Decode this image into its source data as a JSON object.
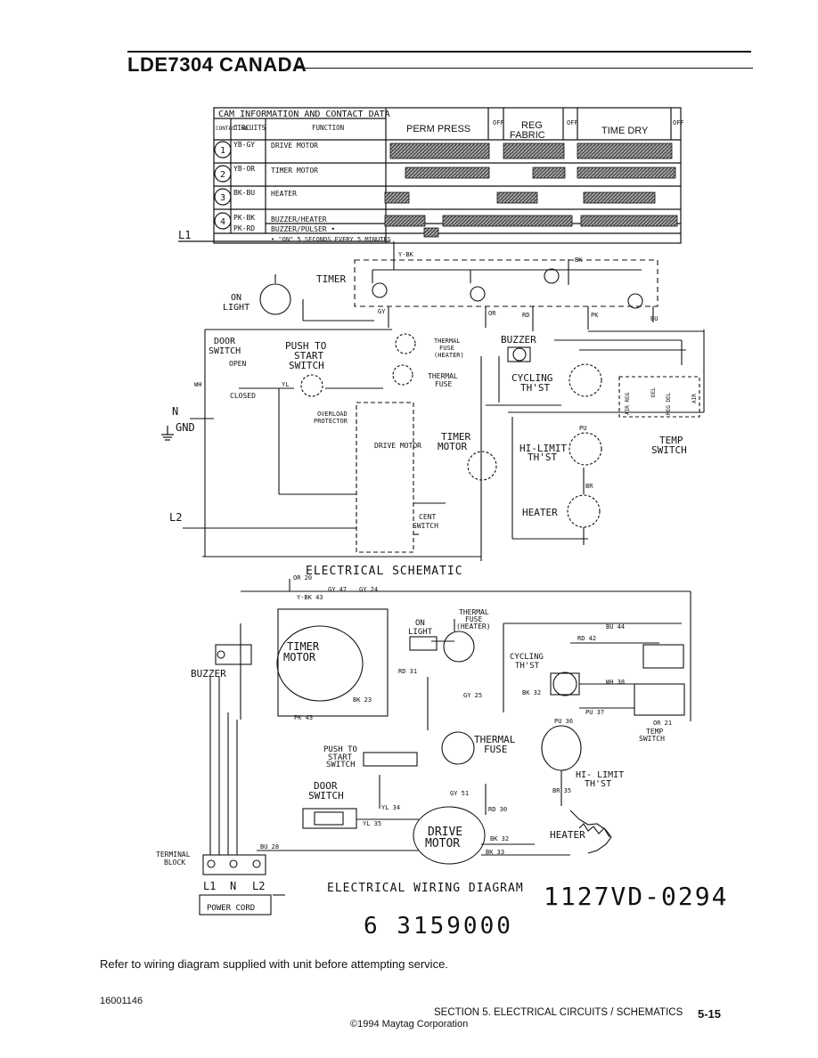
{
  "page": {
    "title": "LDE7304 CANADA",
    "note": "Refer to wiring diagram supplied with unit before attempting service.",
    "doc_number": "16001146",
    "section": "SECTION 5.  ELECTRICAL CIRCUITS / SCHEMATICS",
    "copyright": "©1994 Maytag Corporation",
    "page_number": "5-15",
    "stamp": "1127VD-0294",
    "part_number": "6 3159000"
  },
  "cam_table": {
    "title": "CAM INFORMATION AND CONTACT DATA",
    "col_contact": "CONTACT NO.",
    "col_circuits": "CIRCUITS",
    "col_function": "FUNCTION",
    "col_perm_press": "PERM PRESS",
    "col_reg_fabric_1": "REG",
    "col_reg_fabric_2": "FABRIC",
    "col_time_dry": "TIME DRY",
    "off": "OFF",
    "rows": [
      {
        "no": "1",
        "circuit": "YB-GY",
        "function": "DRIVE MOTOR"
      },
      {
        "no": "2",
        "circuit": "YB-OR",
        "function": "TIMER MOTOR"
      },
      {
        "no": "3",
        "circuit": "BK-BU",
        "function": "HEATER"
      },
      {
        "no": "4",
        "circuit": "PK-BK",
        "function": "BUZZER/HEATER"
      },
      {
        "no": "",
        "circuit": "PK-RD",
        "function": "BUZZER/PULSER •"
      }
    ],
    "footnote": "• \"ON\" 5 SECONDS EVERY 5 MINUTES"
  },
  "schematic": {
    "caption": "ELECTRICAL SCHEMATIC",
    "labels": {
      "l1": "L1",
      "n": "N",
      "gnd": "GND",
      "l2": "L2",
      "timer": "TIMER",
      "on_light_1": "ON",
      "on_light_2": "LIGHT",
      "door_switch_1": "DOOR",
      "door_switch_2": "SWITCH",
      "open": "OPEN",
      "closed": "CLOSED",
      "push_to_start_1": "PUSH TO",
      "push_to_start_2": "START",
      "push_to_start_3": "SWITCH",
      "thermal_fuse_heater_1": "THERMAL",
      "thermal_fuse_heater_2": "FUSE",
      "thermal_fuse_heater_3": "(HEATER)",
      "thermal_fuse_1": "THERMAL",
      "thermal_fuse_2": "FUSE",
      "overload_1": "OVERLOAD",
      "overload_2": "PROTECTOR",
      "drive_motor": "DRIVE MOTOR",
      "timer_motor_1": "TIMER",
      "timer_motor_2": "MOTOR",
      "cent_switch_1": "CENT",
      "cent_switch_2": "SWITCH",
      "buzzer": "BUZZER",
      "cycling_thst_1": "CYCLING",
      "cycling_thst_2": "TH'ST",
      "hi_limit_1": "HI-LIMIT",
      "hi_limit_2": "TH'ST",
      "heater": "HEATER",
      "temp_switch_1": "TEMP",
      "temp_switch_2": "SWITCH",
      "y_bk": "Y-BK",
      "bk": "BK",
      "gy": "GY",
      "or": "OR",
      "rd": "RD",
      "pk": "PK",
      "bu": "BU",
      "wh": "WH",
      "yl": "YL",
      "pu": "PU",
      "br": "BR",
      "air_reg": "AIR REG",
      "del": "DEL",
      "reg_del": "REG DEL",
      "air": "AIR"
    }
  },
  "wiring": {
    "caption": "ELECTRICAL WIRING DIAGRAM",
    "labels": {
      "buzzer": "BUZZER",
      "timer_motor_1": "TIMER",
      "timer_motor_2": "MOTOR",
      "on_light_1": "ON",
      "on_light_2": "LIGHT",
      "thermal_fuse_heater_1": "THERMAL",
      "thermal_fuse_heater_2": "FUSE",
      "thermal_fuse_heater_3": "(HEATER)",
      "cycling_thst_1": "CYCLING",
      "cycling_thst_2": "TH'ST",
      "thermal_fuse_1": "THERMAL",
      "thermal_fuse_2": "FUSE",
      "temp_switch_1": "TEMP",
      "temp_switch_2": "SWITCH",
      "push_to_start_1": "PUSH TO",
      "push_to_start_2": "START",
      "push_to_start_3": "SWITCH",
      "door_switch_1": "DOOR",
      "door_switch_2": "SWITCH",
      "drive_motor_1": "DRIVE",
      "drive_motor_2": "MOTOR",
      "hi_limit_1": "HI- LIMIT",
      "hi_limit_2": "TH'ST",
      "heater": "HEATER",
      "terminal_block_1": "TERMINAL",
      "terminal_block_2": "BLOCK",
      "power_cord": "POWER CORD",
      "l1": "L1",
      "n": "N",
      "l2": "L2",
      "w_or20": "OR 20",
      "w_gy47": "GY 47",
      "w_gy24": "GY 24",
      "w_ybk43": "Y-BK 43",
      "w_bu44": "BU 44",
      "w_rd42": "RD 42",
      "w_rd31": "RD 31",
      "w_bk23": "BK 23",
      "w_pk43": "PK 43",
      "w_wh38": "WH 38",
      "w_pu37": "PU 37",
      "w_or21": "OR 21",
      "w_yl34": "YL 34",
      "w_yl35": "YL 35",
      "w_bk32": "BK 32",
      "w_bk33": "BK 33",
      "w_bu28": "BU 28",
      "w_gy25": "GY 25",
      "w_gy51": "GY 51",
      "w_rd30": "RD 30",
      "w_br35": "BR 35",
      "w_pu36": "PU 36",
      "w_bk32b": "BK 32"
    }
  }
}
